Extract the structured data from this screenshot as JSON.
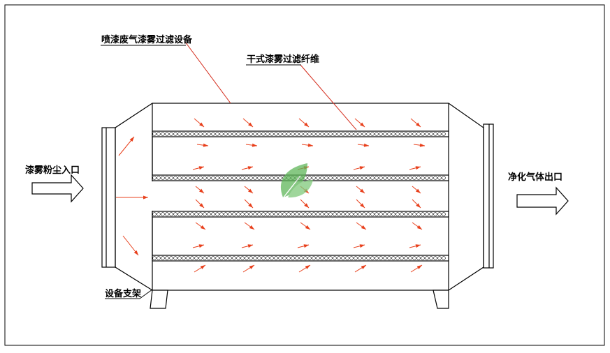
{
  "labels": {
    "equipment": "喷漆废气漆雾过滤设备",
    "fiber": "干式漆雾过滤纤维",
    "inlet": "漆雾粉尘入口",
    "outlet": "净化气体出口",
    "support": "设备支架"
  },
  "colors": {
    "line": "#000000",
    "arrow": "#e8401c",
    "leader": "#d42a1a",
    "logo": "#5fb65a"
  },
  "icons": {
    "inlet_arrow": "hollow-right-arrow",
    "outlet_arrow": "hollow-right-arrow",
    "flow_arrows": "red-diagonal-arrows",
    "watermark": "leaf-logo"
  }
}
